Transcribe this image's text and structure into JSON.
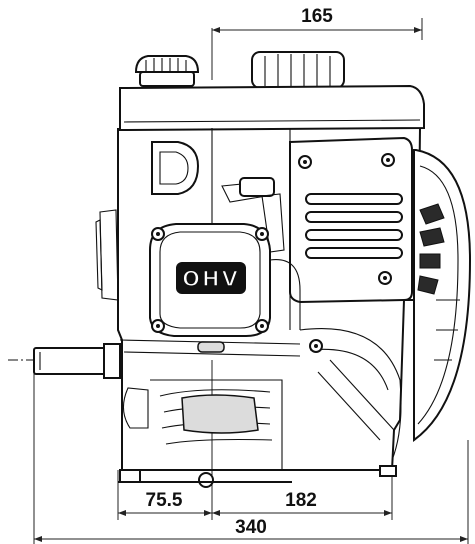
{
  "diagram": {
    "badge_text": "OHV",
    "dimensions": {
      "top_width": "165",
      "left_base": "75.5",
      "right_base": "182",
      "overall_width": "340"
    }
  }
}
